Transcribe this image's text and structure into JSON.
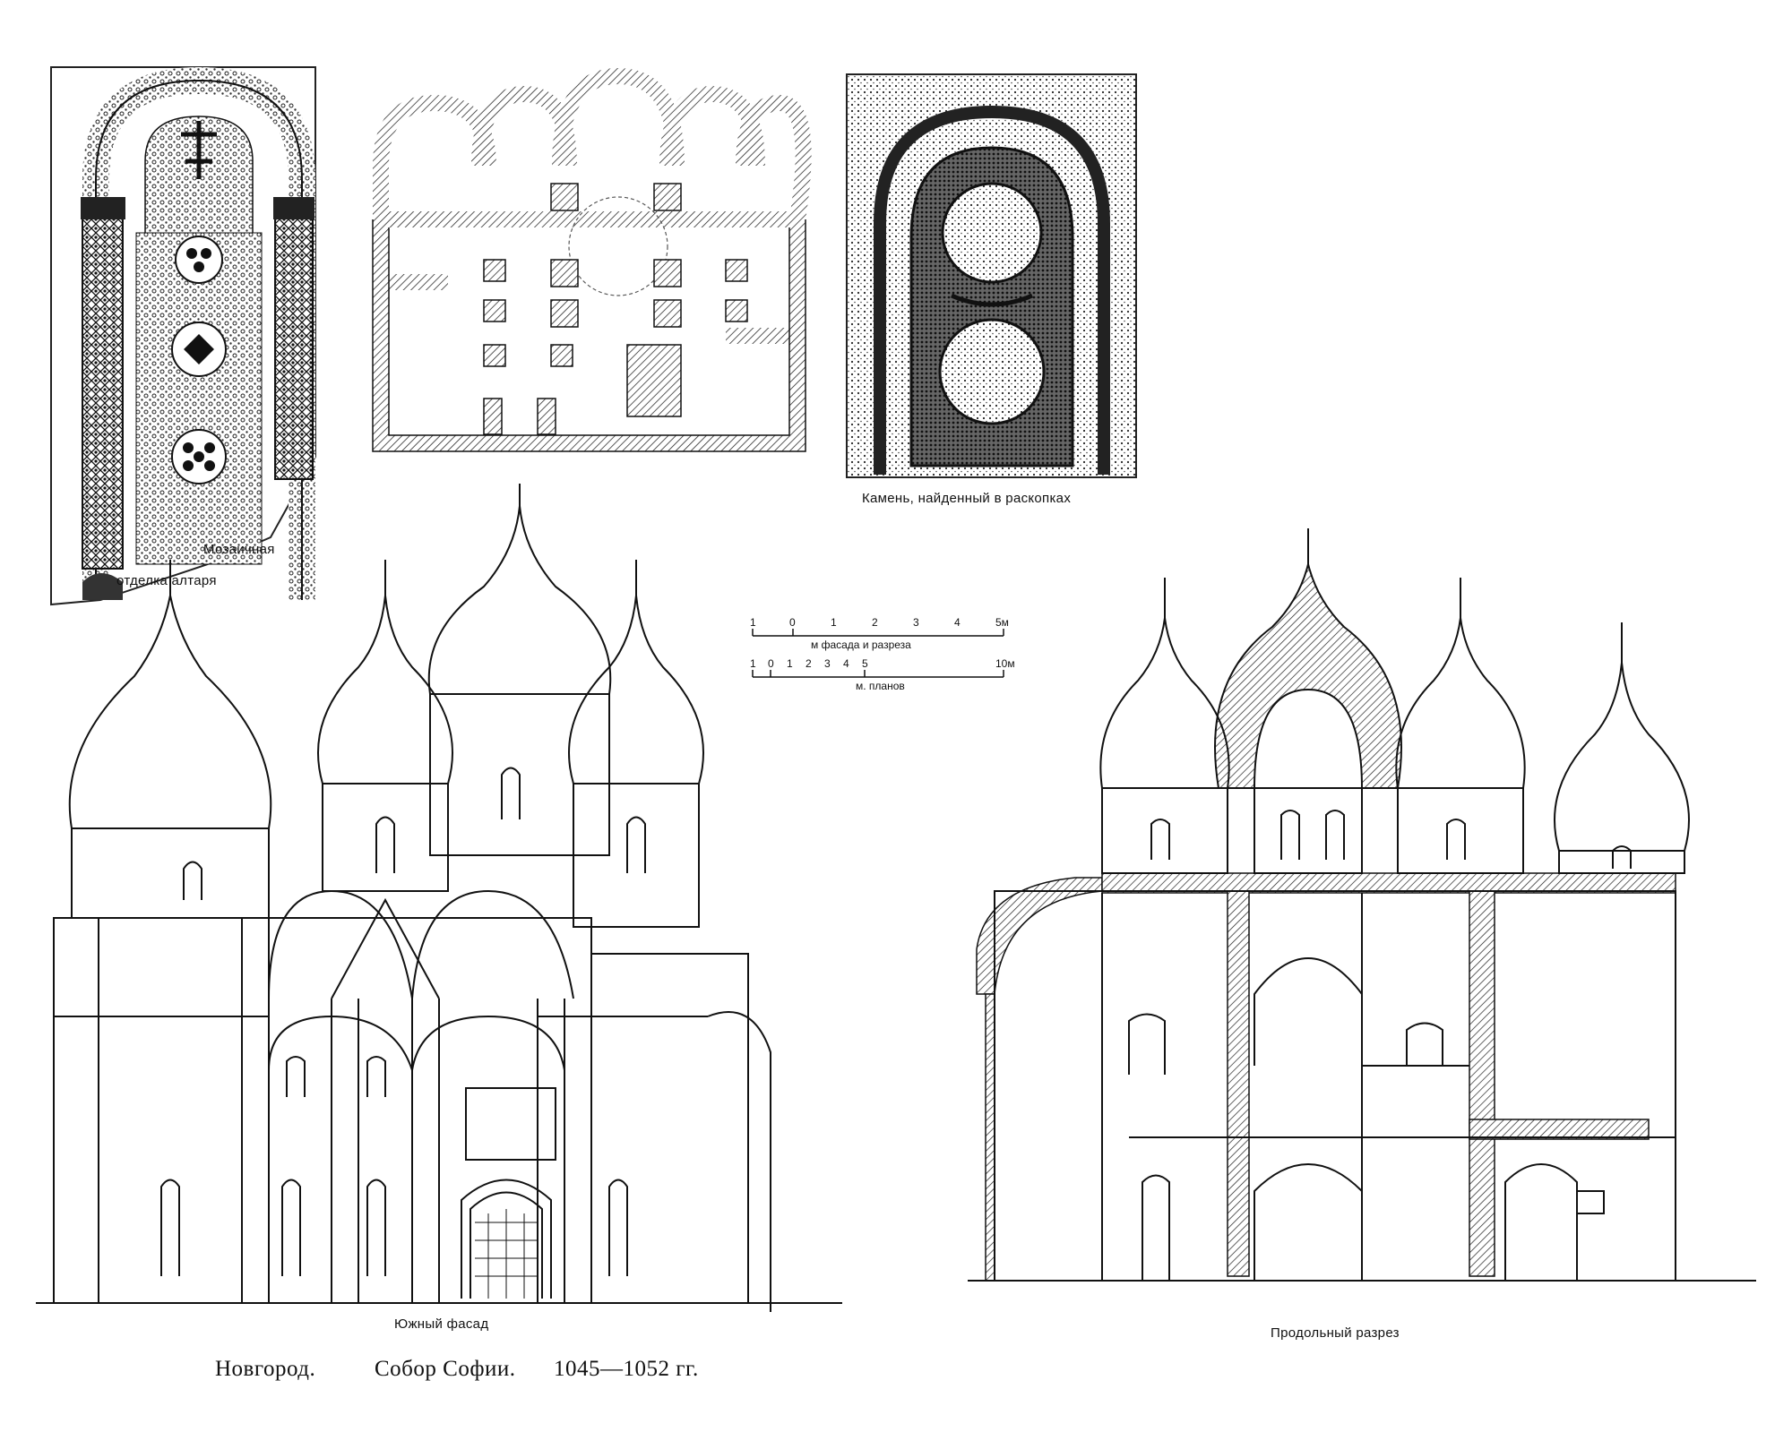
{
  "captions": {
    "mosaic_line1": "Мозаичная",
    "mosaic_line2": "отделка алтаря",
    "stone": "Камень, найденный в раскопках",
    "facade": "Южный фасад",
    "section": "Продольный разрез"
  },
  "title": {
    "city": "Новгород.",
    "subject": "Собор Софии.",
    "dates": "1045—1052 гг."
  },
  "scale": {
    "facade_numbers": [
      "1",
      "0",
      "1",
      "2",
      "3",
      "4",
      "5м"
    ],
    "facade_label": "м фасада и разреза",
    "plan_numbers": [
      "1",
      "0",
      "1",
      "2",
      "3",
      "4",
      "5",
      "10м"
    ],
    "plan_label": "м. планов"
  }
}
